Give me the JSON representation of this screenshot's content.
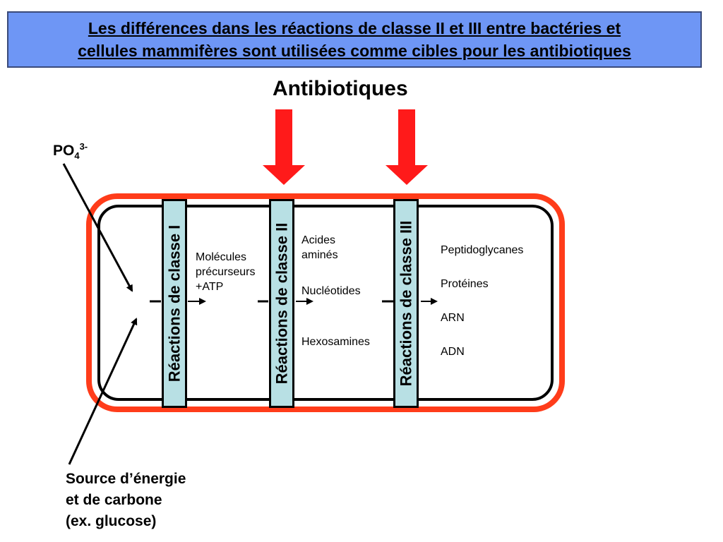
{
  "title": {
    "line1": "Les différences dans les réactions de classe II et III entre bactéries et ",
    "line2": "cellules mammifères sont utilisées comme cibles pour les antibiotiques"
  },
  "antibiotics_label": "Antibiotiques",
  "phosphate": {
    "base": "PO",
    "sub": "4",
    "sup": "3-"
  },
  "source": {
    "line1": "Source d’énergie",
    "line2": "et de carbone",
    "line3": "(ex. glucose)"
  },
  "bars": {
    "class1": "Réactions de classe I",
    "class2": "Réactions de classe II",
    "class3": "Réactions de classe III"
  },
  "precursors": {
    "line1": "Molécules",
    "line2": "précurseurs",
    "line3": "+ATP"
  },
  "intermediates": {
    "amino_line1": "Acides",
    "amino_line2": "aminés",
    "nucleotides": "Nucléotides",
    "hexosamines": "Hexosamines"
  },
  "products": [
    "Peptidoglycanes",
    "Protéines",
    "ARN",
    "ADN"
  ],
  "colors": {
    "title_bg": "#6e96f5",
    "cell_wall": "#ff3c1a",
    "arrow_red": "#ff1a1a",
    "bar_fill": "#b8e0e4"
  }
}
